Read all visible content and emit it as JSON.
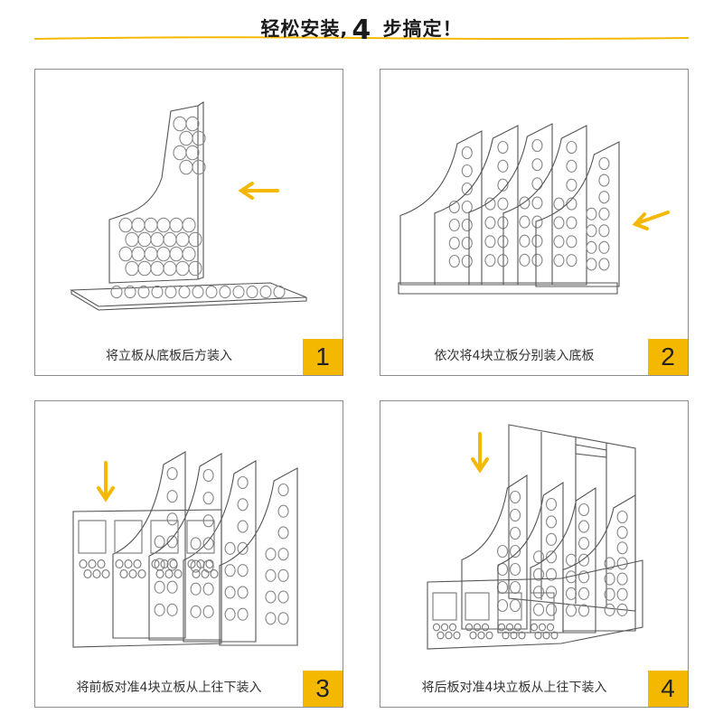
{
  "header": {
    "title_before": "轻松安装,",
    "step_count": "4",
    "title_after": " 步搞定！",
    "accent_color": "#f5b800"
  },
  "steps": [
    {
      "caption": "将立板从底板后方装入",
      "number": "1",
      "arrow_direction": "left"
    },
    {
      "caption": "依次将4块立板分别装入底板",
      "number": "2",
      "arrow_direction": "left"
    },
    {
      "caption": "将前板对准4块立板从上往下装入",
      "number": "3",
      "arrow_direction": "down"
    },
    {
      "caption": "将后板对准4块立板从上往下装入",
      "number": "4",
      "arrow_direction": "down"
    }
  ]
}
